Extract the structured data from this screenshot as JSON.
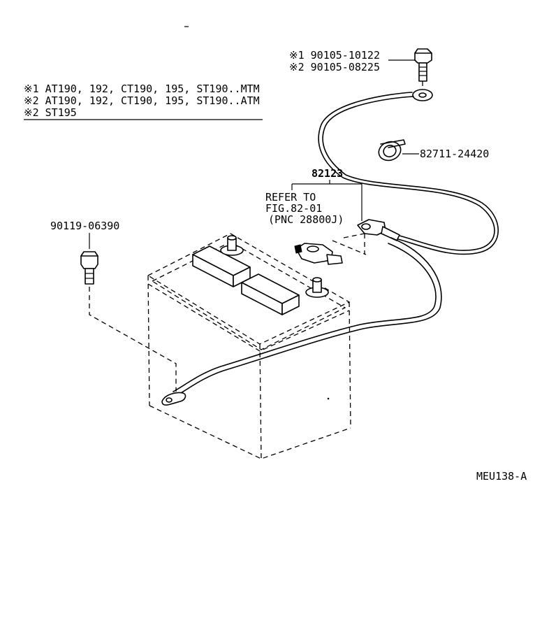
{
  "diagram": {
    "applicability": [
      "※1  AT190, 192, CT190, 195, ST190..MTM",
      "※2  AT190, 192, CT190, 195, ST190..ATM",
      "※2  ST195"
    ],
    "parts": {
      "bolt_star1": "※1  90105-10122",
      "bolt_star2": "※2  90105-08225",
      "clamp": "82711-24420",
      "cable": "82123",
      "ref_line1": "REFER TO",
      "ref_line2": "FIG.82-01",
      "ref_line3": "(PNC 28800J)",
      "hold_bolt": "90119-06390"
    },
    "figure_code": "MEU138-A"
  }
}
